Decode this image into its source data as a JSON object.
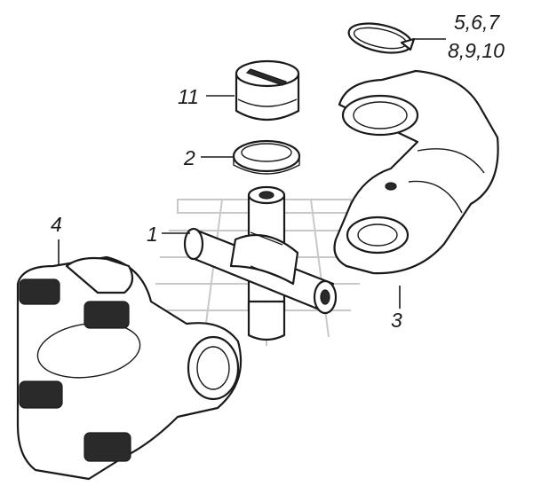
{
  "diagram": {
    "callouts": [
      {
        "id": "c-5-10",
        "lines": [
          "5,6,7",
          "8,9,10"
        ]
      },
      {
        "id": "c-11",
        "lines": [
          "11"
        ]
      },
      {
        "id": "c-2",
        "lines": [
          "2"
        ]
      },
      {
        "id": "c-1",
        "lines": [
          "1"
        ]
      },
      {
        "id": "c-4",
        "lines": [
          "4"
        ]
      },
      {
        "id": "c-3",
        "lines": [
          "3"
        ]
      }
    ]
  },
  "colors": {
    "ink": "#1a1a1a",
    "paper": "#ffffff",
    "watermark": "#c8c8c8"
  }
}
